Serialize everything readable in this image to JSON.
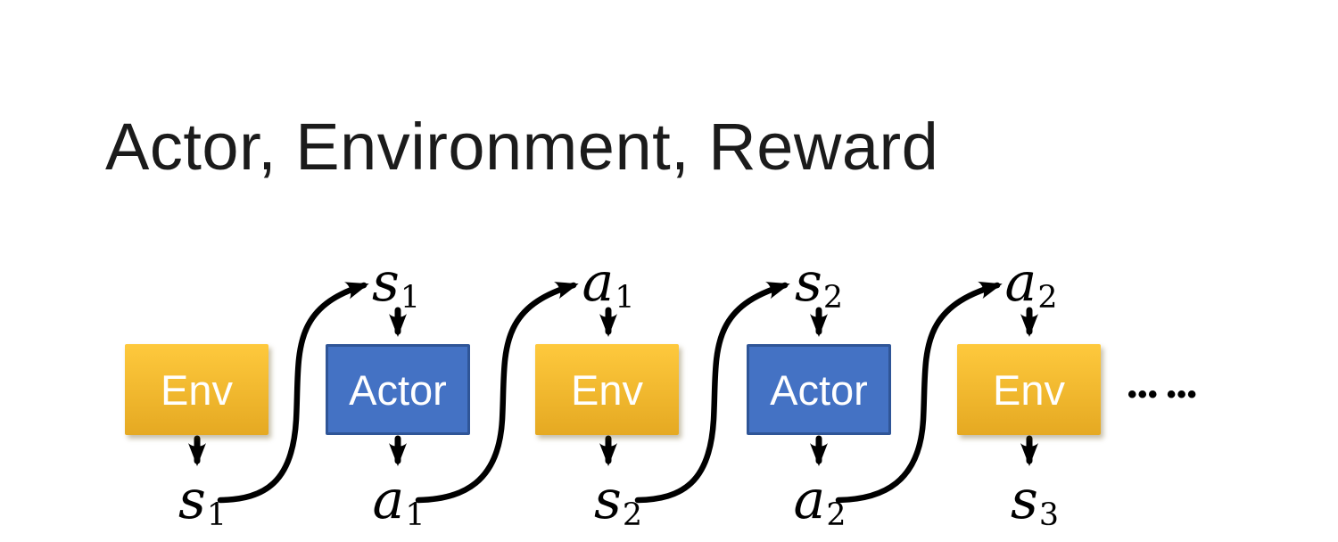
{
  "slide": {
    "title": "Actor, Environment, Reward"
  },
  "diagram": {
    "boxes": [
      {
        "id": "env-1",
        "label": "Env",
        "type": "env"
      },
      {
        "id": "actor-1",
        "label": "Actor",
        "type": "actor"
      },
      {
        "id": "env-2",
        "label": "Env",
        "type": "env"
      },
      {
        "id": "actor-2",
        "label": "Actor",
        "type": "actor"
      },
      {
        "id": "env-3",
        "label": "Env",
        "type": "env"
      }
    ],
    "top_labels": [
      {
        "base": "s",
        "sub": "1"
      },
      {
        "base": "a",
        "sub": "1"
      },
      {
        "base": "s",
        "sub": "2"
      },
      {
        "base": "a",
        "sub": "2"
      }
    ],
    "bottom_labels": [
      {
        "base": "s",
        "sub": "1"
      },
      {
        "base": "a",
        "sub": "1"
      },
      {
        "base": "s",
        "sub": "2"
      },
      {
        "base": "a",
        "sub": "2"
      },
      {
        "base": "s",
        "sub": "3"
      }
    ],
    "ellipsis": "••• •••",
    "colors": {
      "env_top": "#FEC93D",
      "env_bottom": "#E5A922",
      "actor_fill": "#4472C4",
      "actor_border": "#2F5597",
      "arrow": "#000000"
    }
  }
}
